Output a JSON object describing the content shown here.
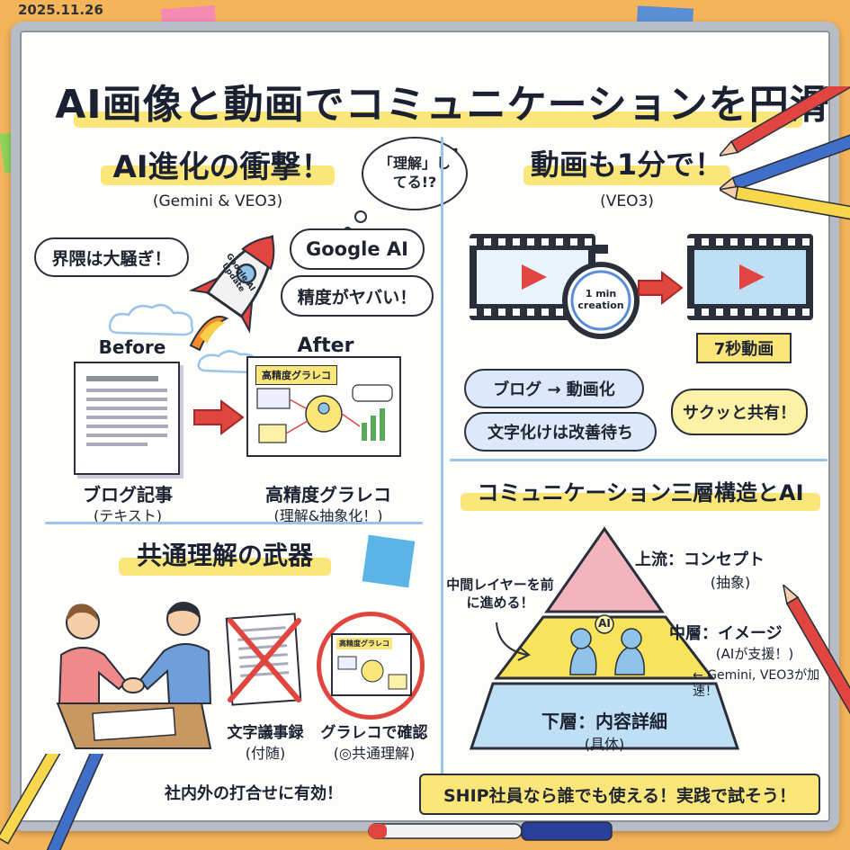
{
  "date": "2025.11.26",
  "main_title": "AI画像と動画でコミュニケーションを円滑に",
  "section1": {
    "title": "AI進化の衝撃！",
    "subtitle": "(Gemini & VEO3)",
    "thought_bubble": "「理解」してる!?",
    "bubble_left": "界隈は大騒ぎ！",
    "bubble_google": "Google AI",
    "bubble_accuracy": "精度がヤバい！",
    "rocket_text": "Google AI Update",
    "before_label": "Before",
    "after_label": "After",
    "after_card_title": "高精度グラレコ",
    "before_caption": "ブログ記事",
    "before_caption_sub": "(テキスト)",
    "after_caption": "高精度グラレコ",
    "after_caption_sub": "(理解&抽象化！)"
  },
  "section2": {
    "title": "動画も1分で！",
    "subtitle": "(VEO3)",
    "timer_text": "1 min creation",
    "output_label": "7秒動画",
    "bubble_blog": "ブログ → 動画化",
    "bubble_garble": "文字化けは改善待ち",
    "bubble_share": "サクッと共有！"
  },
  "section3": {
    "title": "共通理解の武器",
    "minutes_caption": "文字議事録",
    "minutes_caption_sub": "(付随)",
    "grareco_caption": "グラレコで確認",
    "grareco_caption_sub": "(◎共通理解)",
    "small_card_title": "高精度グラレコ",
    "bottom_text": "社内外の打合せに有効！"
  },
  "section4": {
    "title": "コミュニケーション三層構造とAI",
    "top_label": "上流：コンセプト",
    "top_label_sub": "(抽象)",
    "mid_label": "中層：イメージ",
    "mid_label_sub": "(AIが支援！)",
    "mid_note": "← Gemini, VEO3が加速！",
    "bottom_label": "下層：内容詳細",
    "bottom_label_sub": "(具体)",
    "left_note": "中間レイヤーを前に進める！",
    "ai_badge": "AI",
    "banner": "SHIP社員なら誰でも使える！実践で試そう！"
  },
  "colors": {
    "background": "#f3b45a",
    "highlight": "#fbe67a",
    "divider": "#9ac4ea",
    "accent_red": "#e0453f",
    "pyramid_top": "#f2b5c0",
    "pyramid_mid": "#f7e45a",
    "pyramid_bottom": "#bfe0f4"
  }
}
